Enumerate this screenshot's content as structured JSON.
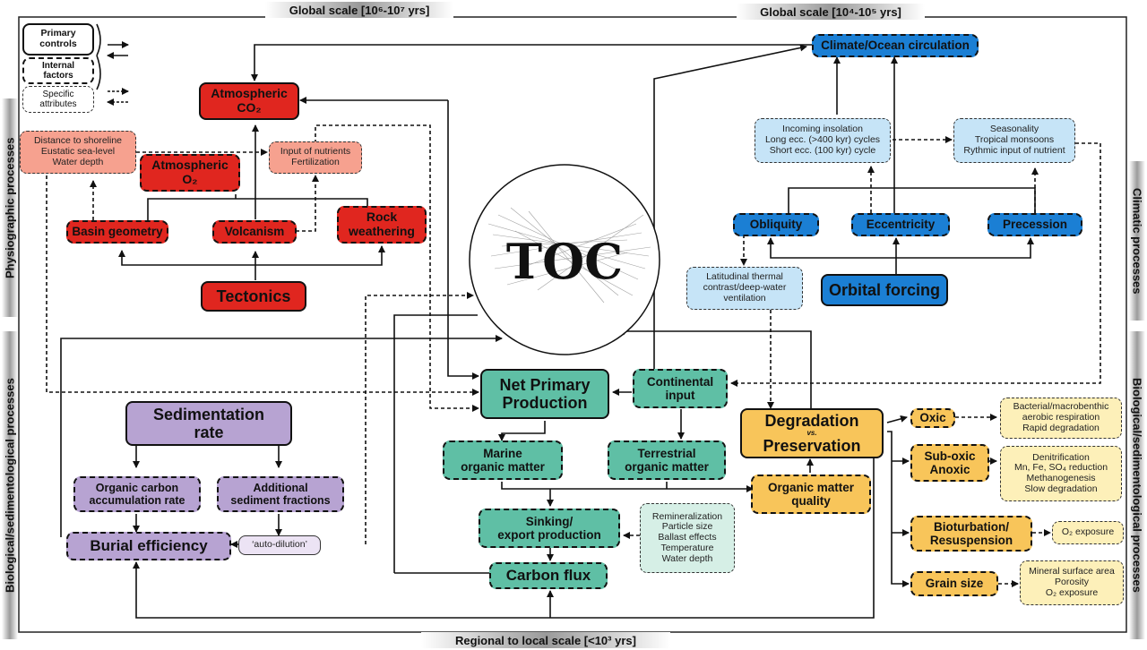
{
  "scales": {
    "top_left": "Global scale [10⁶-10⁷ yrs]",
    "top_right": "Global scale [10⁴-10⁵ yrs]",
    "bottom": "Regional to local scale [<10³ yrs]",
    "left_upper": "Physiographic processes",
    "left_lower": "Biological/sedimentological processes",
    "right_upper": "Climatic processes",
    "right_lower": "Biological/sedimentological processes"
  },
  "legend": {
    "primary_controls": "Primary\ncontrols",
    "internal_factors": "Internal\nfactors",
    "specific_attributes": "Specific\nattributes"
  },
  "center": {
    "label": "TOC"
  },
  "physiographic": {
    "atmospheric_co2": "Atmospheric\nCO₂",
    "atmospheric_o2": "Atmospheric\nO₂",
    "distance_shoreline": "Distance to shoreline\nEustatic sea-level\nWater depth",
    "input_nutrients": "Input of nutrients\nFertilization",
    "basin_geometry": "Basin geometry",
    "volcanism": "Volcanism",
    "rock_weathering": "Rock\nweathering",
    "tectonics": "Tectonics"
  },
  "climatic": {
    "climate_ocean": "Climate/Ocean circulation",
    "insolation": "Incoming insolation\nLong ecc. (>400 kyr) cycles\nShort ecc. (100 kyr) cycle",
    "seasonality": "Seasonality\nTropical monsoons\nRythmic input of nutrient",
    "obliquity": "Obliquity",
    "eccentricity": "Eccentricity",
    "precession": "Precession",
    "latitudinal": "Latitudinal thermal\ncontrast/deep-water\nventilation",
    "orbital_forcing": "Orbital forcing"
  },
  "biological_left": {
    "sedimentation_rate": "Sedimentation\nrate",
    "organic_carbon_accumulation": "Organic carbon\naccumulation rate",
    "additional_sediment": "Additional\nsediment fractions",
    "burial_efficiency": "Burial efficiency",
    "auto_dilution": "‘auto-dilution’"
  },
  "production": {
    "net_primary_production": "Net Primary\nProduction",
    "continental_input": "Continental\ninput",
    "marine_om": "Marine\norganic matter",
    "terrestrial_om": "Terrestrial\norganic matter",
    "sinking_export": "Sinking/\nexport production",
    "remineralization": "Remineralization\nParticle size\nBallast effects\nTemperature\nWater depth",
    "carbon_flux": "Carbon flux"
  },
  "preservation": {
    "degradation": "Degradation",
    "vs": "vs.",
    "preservation": "Preservation",
    "om_quality": "Organic matter\nquality",
    "oxic": "Oxic",
    "oxic_detail": "Bacterial/macrobenthic\naerobic respiration\nRapid degradation",
    "suboxic": "Sub-oxic\nAnoxic",
    "suboxic_detail": "Denitrification\nMn, Fe, SO₄ reduction\nMethanogenesis\nSlow degradation",
    "bioturbation": "Bioturbation/\nResuspension",
    "bioturbation_detail": "O₂ exposure",
    "grain_size": "Grain size",
    "grain_detail": "Mineral surface area\nPorosity\nO₂ exposure"
  }
}
